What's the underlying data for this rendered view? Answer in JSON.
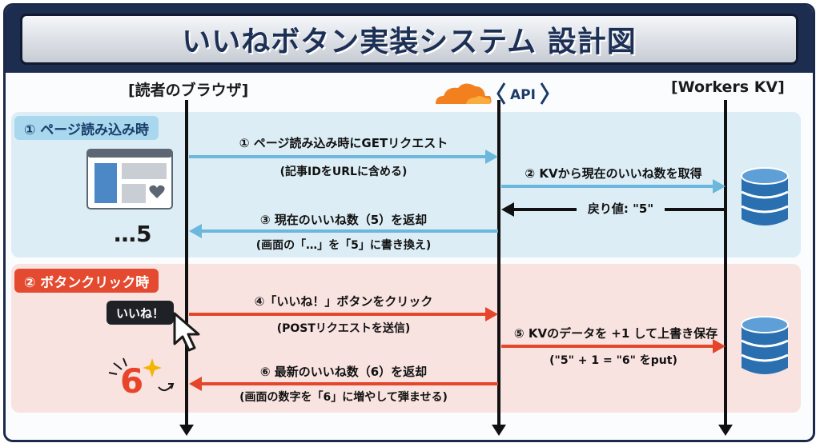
{
  "title": "いいねボタン実装システム 設計図",
  "columns": {
    "browser": "[読者のブラウザ]",
    "api": "API",
    "kv": "[Workers KV]"
  },
  "phase1": {
    "label": "① ページ読み込み時",
    "count_display": "…5",
    "step1": {
      "main": "① ページ読み込み時にGETリクエスト",
      "sub": "(記事IDをURLに含める)"
    },
    "step2": {
      "main": "② KVから現在のいいね数を取得"
    },
    "return": {
      "main": "戻り値: \"5\""
    },
    "step3": {
      "main": "③ 現在のいいね数（5）を返却",
      "sub": "(画面の「…」を「5」に書き換え)"
    }
  },
  "phase2": {
    "label": "② ボタンクリック時",
    "button_text": "いいね！",
    "count_display": "6",
    "step4": {
      "main": "④「いいね！」ボタンをクリック",
      "sub": "(POSTリクエストを送信)"
    },
    "step5": {
      "main": "⑤ KVのデータを +1 して上書き保存",
      "sub": "(\"5\" + 1 = \"6\" をput)"
    },
    "step6": {
      "main": "⑥ 最新のいいね数（6）を返却",
      "sub": "(画面の数字を「6」に増やして弾ませる)"
    }
  },
  "colors": {
    "blue_arrow": "#6bb7de",
    "red_arrow": "#e4452b",
    "black_arrow": "#111111",
    "db": "#2a6fb0"
  }
}
